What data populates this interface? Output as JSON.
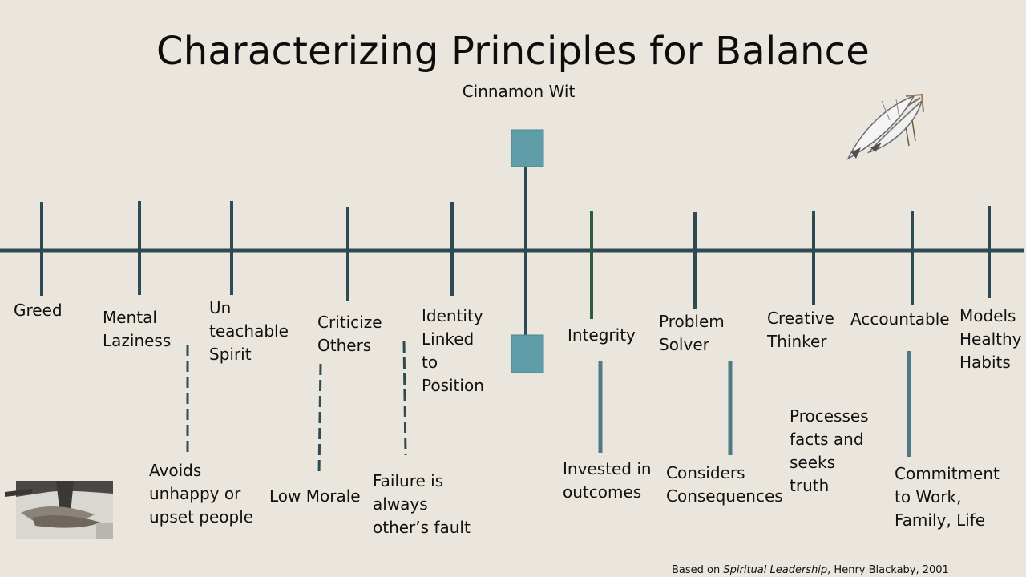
{
  "slide": {
    "title": "Characterizing Principles for Balance",
    "subtitle": "Cinnamon Wit",
    "upper_labels": [
      {
        "key": "greed",
        "lines": [
          "Greed"
        ]
      },
      {
        "key": "mental-laziness",
        "lines": [
          "Mental",
          "Laziness"
        ]
      },
      {
        "key": "unteachable-spirit",
        "lines": [
          "Un",
          "teachable",
          "Spirit"
        ]
      },
      {
        "key": "criticize-others",
        "lines": [
          "Criticize",
          "Others"
        ]
      },
      {
        "key": "identity-linked",
        "lines": [
          "Identity",
          "Linked",
          "to",
          "Position"
        ]
      },
      {
        "key": "integrity",
        "lines": [
          "Integrity"
        ]
      },
      {
        "key": "problem-solver",
        "lines": [
          "Problem",
          "Solver"
        ]
      },
      {
        "key": "creative-thinker",
        "lines": [
          "Creative",
          "Thinker"
        ]
      },
      {
        "key": "accountable",
        "lines": [
          "Accountable"
        ]
      },
      {
        "key": "models-healthy-habits",
        "lines": [
          "Models",
          "Healthy",
          "Habits"
        ]
      }
    ],
    "lower_labels": [
      {
        "key": "avoids-unhappy",
        "lines": [
          "Avoids",
          "unhappy or",
          "upset people"
        ]
      },
      {
        "key": "low-morale",
        "lines": [
          "Low Morale"
        ]
      },
      {
        "key": "failure-fault",
        "lines": [
          "Failure is",
          "always",
          "other’s fault"
        ]
      },
      {
        "key": "invested-outcomes",
        "lines": [
          "Invested in",
          "outcomes"
        ]
      },
      {
        "key": "considers-consequences",
        "lines": [
          "Considers",
          "Consequences"
        ]
      },
      {
        "key": "processes-facts",
        "lines": [
          "Processes",
          "facts and",
          "seeks",
          "truth"
        ]
      },
      {
        "key": "commitment",
        "lines": [
          "Commitment",
          "to Work,",
          "Family, Life"
        ]
      }
    ],
    "citation": {
      "prefix": "Based on ",
      "book": "Spiritual Leadership",
      "suffix": ", Henry Blackaby, 2001"
    },
    "colors": {
      "background": "#ebe6dd",
      "line": "#2e4a52",
      "square": "#5f9ea8",
      "connector": "#4f7a84"
    },
    "icons": [
      "feather-icon",
      "hands-photo"
    ]
  }
}
